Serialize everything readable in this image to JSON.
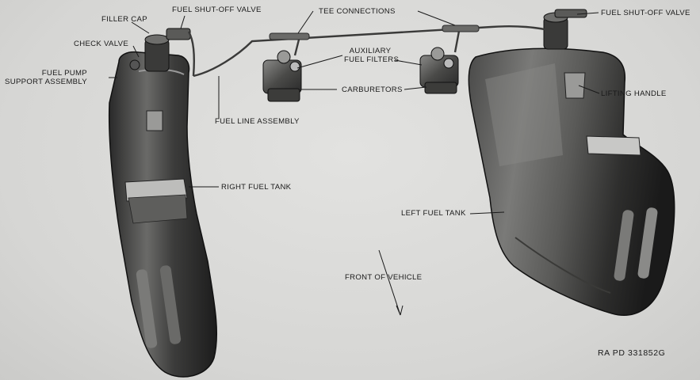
{
  "figure": {
    "labels": {
      "filler_cap": "FILLER CAP",
      "fuel_shutoff_valve_right": "FUEL SHUT-OFF VALVE",
      "tee_connections": "TEE CONNECTIONS",
      "fuel_shutoff_valve_left": "FUEL SHUT-OFF VALVE",
      "check_valve": "CHECK VALVE",
      "auxiliary_fuel_filters_line1": "AUXILIARY",
      "auxiliary_fuel_filters_line2": "FUEL FILTERS",
      "fuel_pump_line1": "FUEL PUMP",
      "fuel_pump_line2": "SUPPORT ASSEMBLY",
      "carburetors": "CARBURETORS",
      "lifting_handle": "LIFTING HANDLE",
      "fuel_line_assembly": "FUEL LINE ASSEMBLY",
      "right_fuel_tank": "RIGHT FUEL TANK",
      "left_fuel_tank": "LEFT FUEL TANK",
      "front_of_vehicle": "FRONT OF VEHICLE"
    },
    "reference": "RA PD 331852G"
  }
}
